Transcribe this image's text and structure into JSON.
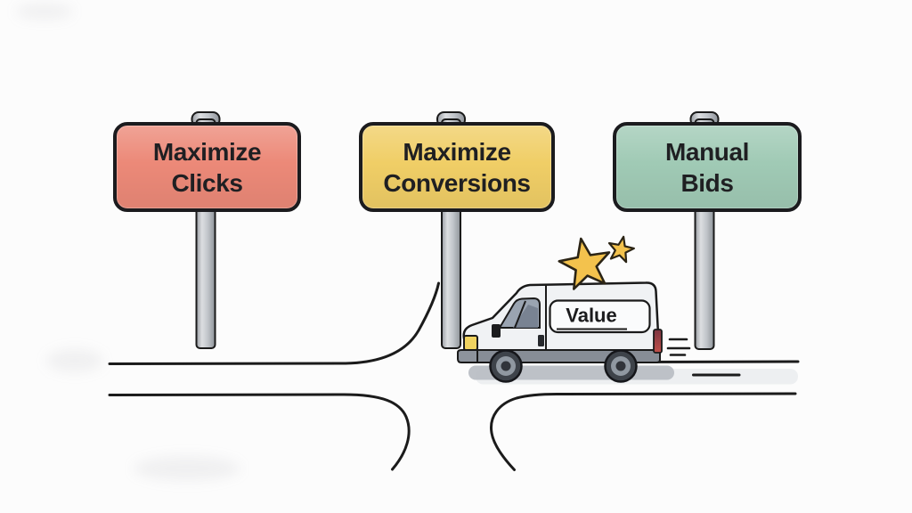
{
  "signs": [
    {
      "name": "maximize-clicks",
      "lines": [
        "Maximize",
        "Clicks"
      ],
      "fill": "#EC8978"
    },
    {
      "name": "maximize-conversions",
      "lines": [
        "Maximize",
        "Conversions"
      ],
      "fill": "#F0CE66"
    },
    {
      "name": "manual-bids",
      "lines": [
        "Manual",
        "Bids"
      ],
      "fill": "#A0CAB5"
    }
  ],
  "van": {
    "label": "Value",
    "body_color": "#F0F2F4",
    "glass_color": "#9AA4B1",
    "glass_shade_color": "#76808F",
    "headlight_color": "#F0D360",
    "taillight_color": "#A23C36",
    "bumper_color": "#878D96",
    "wheel_tire_color": "#3E434A",
    "wheel_rim_color": "#9098A1"
  },
  "stars": {
    "count": 2,
    "fill": "#F3C24D",
    "outline": "#2B2415"
  },
  "road": {
    "line_color": "#1B1B1B",
    "surface_color": "#EDEFF1",
    "shadow_color": "#B7BBC2"
  },
  "posts": {
    "color": "#C2C6CB",
    "outline": "#1A1A1A"
  },
  "background": "#FCFCFC"
}
